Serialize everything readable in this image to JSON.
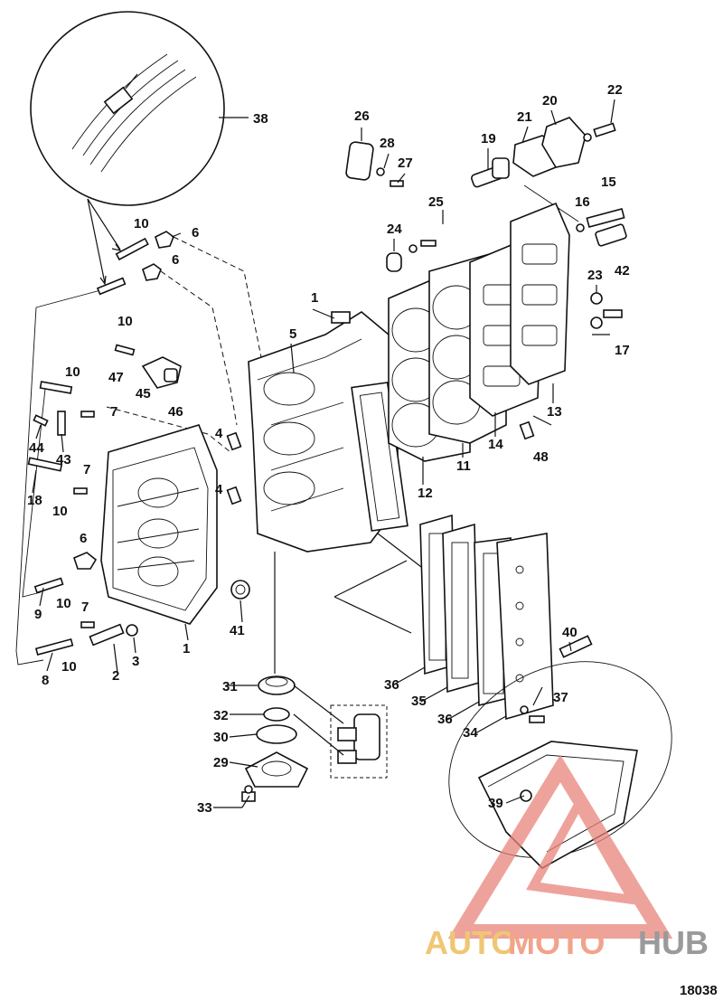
{
  "figure_number": "18038",
  "watermark": {
    "part1": "AUTO",
    "part2": "MOTO",
    "part3": "HUB",
    "color_auto": "#f0c674",
    "color_moto": "#f2a38c",
    "color_hub": "#9a9a9a",
    "triangle_color": "#e8857a"
  },
  "callouts": {
    "c1": "1",
    "c1b": "1",
    "c2": "2",
    "c3": "3",
    "c4": "4",
    "c4b": "4",
    "c5": "5",
    "c6": "6",
    "c6b": "6",
    "c6c": "6",
    "c7": "7",
    "c7b": "7",
    "c7c": "7",
    "c8": "8",
    "c9": "9",
    "c10": "10",
    "c10b": "10",
    "c10c": "10",
    "c10d": "10",
    "c10e": "10",
    "c10f": "10",
    "c11": "11",
    "c12": "12",
    "c13": "13",
    "c14": "14",
    "c15": "15",
    "c16": "16",
    "c17": "17",
    "c18": "18",
    "c19": "19",
    "c20": "20",
    "c21": "21",
    "c22": "22",
    "c23": "23",
    "c24": "24",
    "c25": "25",
    "c26": "26",
    "c27": "27",
    "c28": "28",
    "c29": "29",
    "c30": "30",
    "c31": "31",
    "c32": "32",
    "c33": "33",
    "c34": "34",
    "c35": "35",
    "c36": "36",
    "c36b": "36",
    "c37": "37",
    "c38": "38",
    "c39": "39",
    "c40": "40",
    "c41": "41",
    "c42": "42",
    "c43": "43",
    "c44": "44",
    "c45": "45",
    "c46": "46",
    "c47": "47",
    "c48": "48"
  }
}
